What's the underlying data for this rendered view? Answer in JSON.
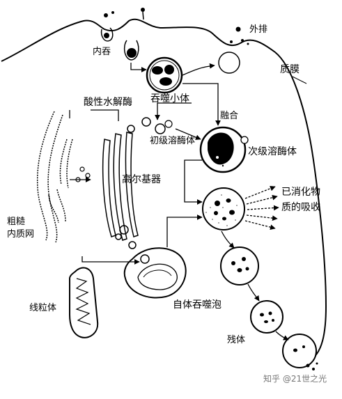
{
  "labels": {
    "endocytosis": "内吞",
    "exocytosis": "外排",
    "phagosome": "吞噬小体",
    "plasma_membrane": "质膜",
    "acid_hydrolase": "酸性水解酶",
    "fusion": "融合",
    "primary_lysosome": "初级溶酶体",
    "secondary_lysosome": "次级溶酶体",
    "golgi": "高尔基器",
    "absorbed_line1": "已消化物",
    "absorbed_line2": "质的吸收",
    "rough_er_line1": "粗糙",
    "rough_er_line2": "内质网",
    "mitochondrion": "线粒体",
    "autophagosome": "自体吞噬泡",
    "residual_body": "残体"
  },
  "watermark": "知乎 @21世之光"
}
